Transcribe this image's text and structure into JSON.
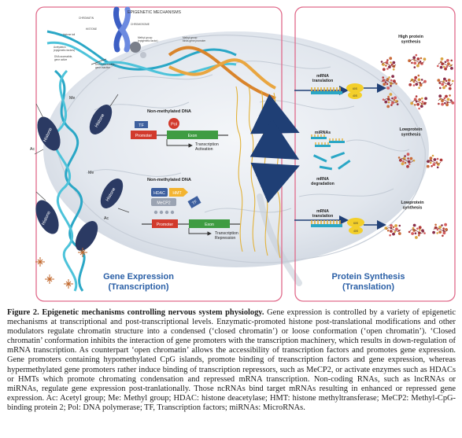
{
  "header": {
    "title": "EPIGENETIC MECHANISMS",
    "chromatin": "CHROMATIN",
    "chromosome": "CHROMOSOME",
    "histone_tail": "histone tail",
    "histone": "HISTONE",
    "acetylation": "Acetylation\n(epigenetic factors)",
    "dna_accessible": "DNA accessible,\ngene active",
    "methyl_group_1": "Methyl group\n(epigenetic factor)",
    "methyl_group_2": "Methyl group\nbinds gene promoter",
    "dna_inaccessible": "DNA inaccessible,\ngene inactive"
  },
  "histone_labels": {
    "histone": "Histone",
    "ac": "Ac",
    "me": "Me"
  },
  "activation": {
    "heading": "Non-methylated DNA",
    "tf": "TF",
    "pol": "Pol",
    "promoter": "Promoter",
    "exon": "Exon",
    "result": "Transcription\nActivation"
  },
  "repression": {
    "heading": "Non-methylated DNA",
    "hdac": "HDAC",
    "hmt": "HMT",
    "mecp2": "MeCP2",
    "tf": "TF",
    "promoter": "Promoter",
    "exon": "Exon",
    "result": "Transcription\nRepression"
  },
  "left_panel_title": "Gene Expression\n(Transcription)",
  "right_panel": {
    "title": "Protein Synthesis\n(Translation)",
    "mrna_translation_1": "mRNA\ntranslation",
    "mirnas": "miRNAs",
    "mrna_degradation": "mRNA\ndegradation",
    "mrna_translation_2": "mRNA\ntranslation",
    "ribosome_big": "60S",
    "ribosome_small": "40S",
    "high_synthesis": "High protein\nsynthesis",
    "low_synthesis_1": "Lowprotein\nsynthesis",
    "low_synthesis_2": "Lowprotein\nsynthesis"
  },
  "colors": {
    "panel_border": "#e06a8a",
    "title_blue": "#2a5fa6",
    "promoter_red": "#d23a2c",
    "exon_green": "#3f9c42",
    "ribosome_yellow": "#f3cf2a",
    "histone_navy": "#2b3a63",
    "dna_teal": "#2aa7c6"
  },
  "caption": {
    "title": "Figure 2. Epigenetic mechanisms controlling nervous system physiology.",
    "body": " Gene expression is controlled by a variety of epigenetic mechanisms at transcriptional and post-transcriptional levels. Enzymatic-promoted histone post-translational modifications and other modulators regulate chromatin structure into a condensed (‘closed chromatin’) or loose conformation (‘open chromatin’). ‘Closed chromatin’ conformation inhibits the interaction of gene promoters with the transcription machinery, which results in down-regulation of mRNA transcription. As counterpart ‘open chromatin’ allows the accessibility of transcription factors and promotes gene expression. Gene promoters containing hypomethylated CpG islands, promote binding of treanscription factors and gene expression, whereas hypermethylated gene promoters rather induce binding of transcription repressors, such as MeCP2, or activate enzymes such as HDACs or HMTs which promote chromating condensation and repressed mRNA transcription. Non-coding RNAs, such as lncRNAs or miRNAs, regulate gene expression post-tranlationally. Those ncRNAs bind target mRNAs resulting in enhanced or repressed gene expression. Ac: Acetyl group; Me: Methyl group; HDAC: histone deacetylase; HMT: histone methyltransferase; MeCP2: Methyl-CpG-binding protein 2; Pol: DNA polymerase; TF, Transcription factors; miRNAs: MicroRNAs."
  }
}
